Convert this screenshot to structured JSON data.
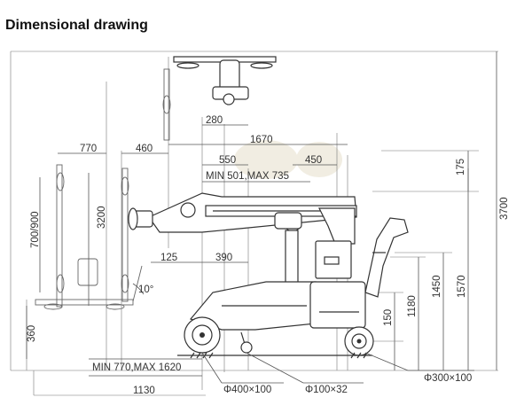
{
  "title": "Dimensional drawing",
  "dimensions": {
    "d280": "280",
    "d1670": "1670",
    "d770": "770",
    "d460": "460",
    "d550": "550",
    "d450": "450",
    "d_min501_max735": "MIN 501,MAX 735",
    "d175": "175",
    "d3700": "3700",
    "d3200": "3200",
    "d700_900": "700/900",
    "d125": "125",
    "d390": "390",
    "d10deg": "10°",
    "d1570": "1570",
    "d1450": "1450",
    "d1180": "1180",
    "d150": "150",
    "d360": "360",
    "d_min770_max1620": "MIN 770,MAX 1620",
    "d1130": "1130",
    "wheel_front": "Φ400×100",
    "wheel_caster": "Φ100×32",
    "wheel_rear": "Φ300×100"
  }
}
